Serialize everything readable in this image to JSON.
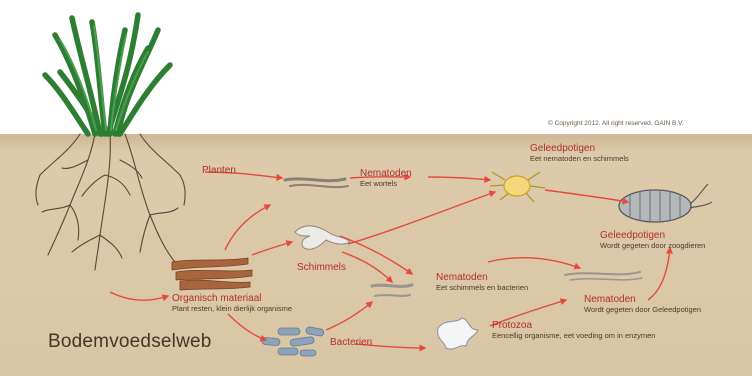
{
  "title": "Bodemvoedselweb",
  "copyright": "© Copyright 2012. All right reserved. GAIN B.V.",
  "nodes": {
    "planten": {
      "title": "Planten"
    },
    "nematoden_wortels": {
      "title": "Nematoden",
      "sub": "Eet wortels"
    },
    "geleedpotigen_1": {
      "title": "Geleedpotigen",
      "sub": "Eet nematoden en schimmels"
    },
    "geleedpotigen_2": {
      "title": "Geleedpotigen",
      "sub": "Wordt gegeten door zoogdieren"
    },
    "schimmels": {
      "title": "Schimmels"
    },
    "nematoden_schimmels": {
      "title": "Nematoden",
      "sub": "Eet schimmels en bacterien"
    },
    "organisch": {
      "title": "Organisch materiaal",
      "sub": "Plant resten, klein dierlijk organisme"
    },
    "bacterien": {
      "title": "Bacterien"
    },
    "protozoa": {
      "title": "Protozoa",
      "sub": "Eencellig organisme, eet voeding om in enzymen"
    },
    "nematoden_3": {
      "title": "Nematoden",
      "sub": "Wordt gegeten door Geleedpotigen"
    }
  },
  "colors": {
    "soil": "#d8c6a6",
    "sky": "#ffffff",
    "arrow": "#e64a3c",
    "grass": "#2d7d32",
    "roots": "#5a4636"
  }
}
